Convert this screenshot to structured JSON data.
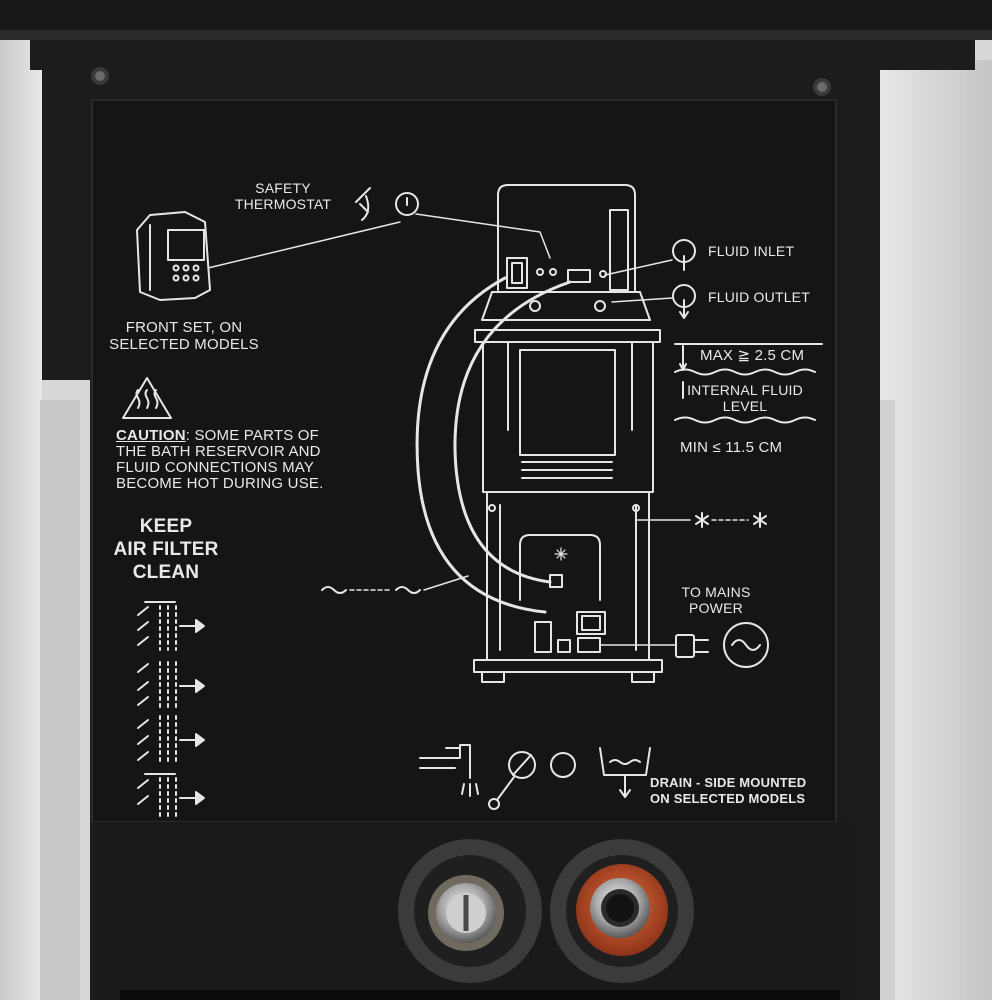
{
  "labels": {
    "safety_thermostat": [
      "SAFETY",
      "THERMOSTAT"
    ],
    "front_set": [
      "FRONT SET, ON",
      "SELECTED MODELS"
    ],
    "caution_word": "CAUTION",
    "caution_rest": ": SOME PARTS OF",
    "caution_lines": [
      "THE BATH RESERVOIR AND",
      "FLUID CONNECTIONS MAY",
      "BECOME HOT DURING USE."
    ],
    "keep_air_filter": [
      "KEEP",
      "AIR FILTER",
      "CLEAN"
    ],
    "fluid_inlet": "FLUID INLET",
    "fluid_outlet": "FLUID OUTLET",
    "max_level": "MAX ≧ 2.5 CM",
    "internal_fluid_level": [
      "INTERNAL FLUID",
      "LEVEL"
    ],
    "min_level": "MIN ≤  11.5 CM",
    "to_mains_power": [
      "TO MAINS",
      "POWER"
    ],
    "drain": [
      "DRAIN - SIDE MOUNTED",
      "ON SELECTED MODELS"
    ]
  },
  "icons": [
    "screw-icon",
    "thermostat-icon",
    "warning-hot-surface-icon",
    "air-filter-arrow-icon",
    "fluid-inlet-icon",
    "fluid-outlet-icon",
    "power-plug-icon",
    "ac-source-icon",
    "tap-icon",
    "no-entry-icon",
    "drain-icon"
  ],
  "colors": {
    "panel": "#131313",
    "bezel": "#1d1d1e",
    "housing": "#d2d3d5",
    "print": "#e9e9e9",
    "fitting_orange": "#c85a2a"
  }
}
